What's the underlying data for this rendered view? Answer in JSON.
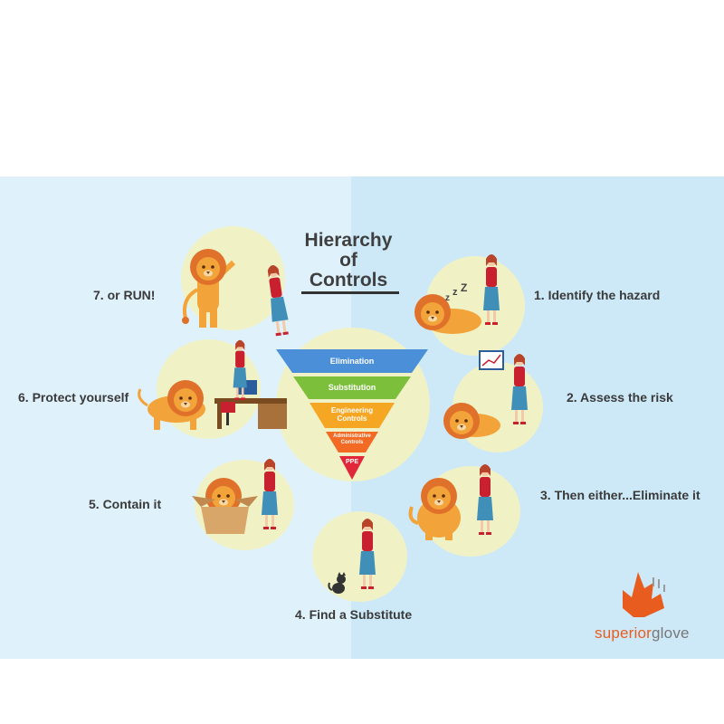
{
  "title": {
    "line1": "Hierarchy",
    "line2": "of",
    "line3": "Controls"
  },
  "pyramid": {
    "tiers": [
      {
        "label": "Elimination",
        "color": "#4a8fd8"
      },
      {
        "label": "Substitution",
        "color": "#7cbf3a"
      },
      {
        "label": "Engineering Controls",
        "color": "#f5a623"
      },
      {
        "label": "Administrative Controls",
        "color": "#f26a24"
      },
      {
        "label": "PPE",
        "color": "#e0283a"
      }
    ]
  },
  "steps": {
    "s1": "1. Identify the hazard",
    "s2": "2. Assess the risk",
    "s3": "3. Then either...Eliminate it",
    "s4": "4. Find a Substitute",
    "s5": "5. Contain it",
    "s6": "6. Protect yourself",
    "s7": "7. or RUN!"
  },
  "logo": {
    "part1": "superior",
    "part2": "glove"
  },
  "colors": {
    "lion": "#f2a33a",
    "mane": "#e0712a",
    "woman_top": "#c8202f",
    "woman_skirt": "#3f8fb8"
  }
}
